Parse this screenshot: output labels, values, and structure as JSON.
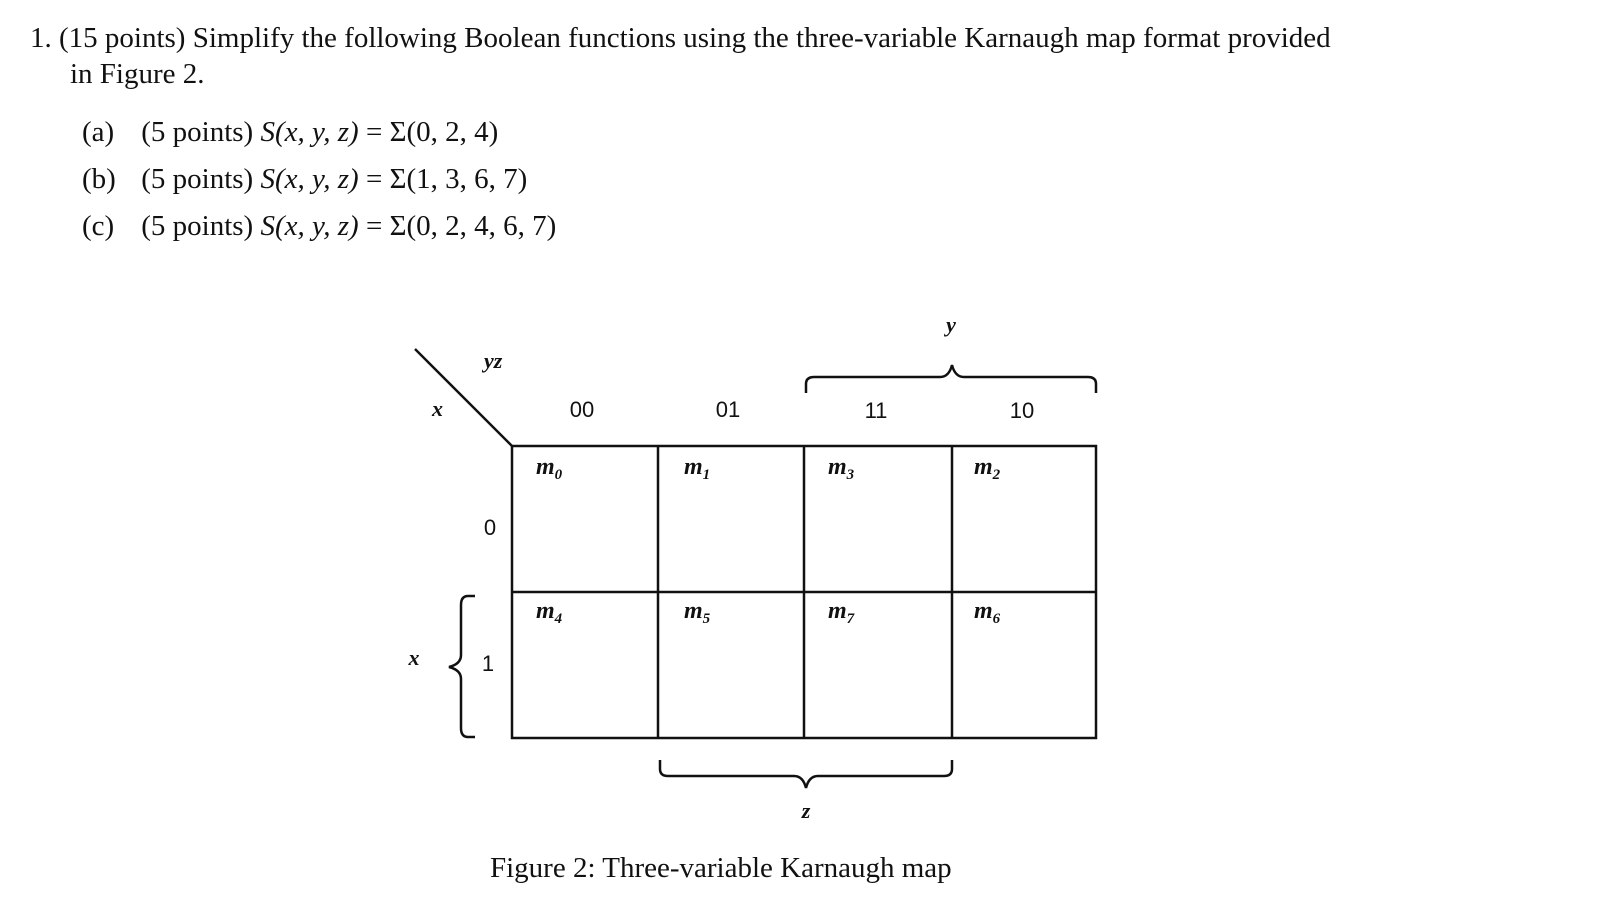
{
  "problem": {
    "number": "1.",
    "text_line1": "(15 points) Simplify the following Boolean functions using the three-variable Karnaugh map format provided",
    "text_line2": "in Figure 2."
  },
  "parts": [
    {
      "label": "(a)",
      "points": "(5 points)",
      "func": "S",
      "args": "(x, y, z)",
      "rhs": "= Σ(0, 2, 4)"
    },
    {
      "label": "(b)",
      "points": "(5 points)",
      "func": "S",
      "args": "(x, y, z)",
      "rhs": "= Σ(1, 3, 6, 7)"
    },
    {
      "label": "(c)",
      "points": "(5 points)",
      "func": "S",
      "args": "(x, y, z)",
      "rhs": "= Σ(0, 2, 4, 6, 7)"
    }
  ],
  "kmap": {
    "corner_col_var": "yz",
    "corner_row_var": "x",
    "col_headers": [
      "00",
      "01",
      "11",
      "10"
    ],
    "row_headers": [
      "0",
      "1"
    ],
    "y_label": "y",
    "x_label": "x",
    "z_label": "z",
    "cells": [
      [
        {
          "m": "m",
          "sub": "0"
        },
        {
          "m": "m",
          "sub": "1"
        },
        {
          "m": "m",
          "sub": "3"
        },
        {
          "m": "m",
          "sub": "2"
        }
      ],
      [
        {
          "m": "m",
          "sub": "4"
        },
        {
          "m": "m",
          "sub": "5"
        },
        {
          "m": "m",
          "sub": "7"
        },
        {
          "m": "m",
          "sub": "6"
        }
      ]
    ]
  },
  "caption": "Figure 2: Three-variable Karnaugh map"
}
